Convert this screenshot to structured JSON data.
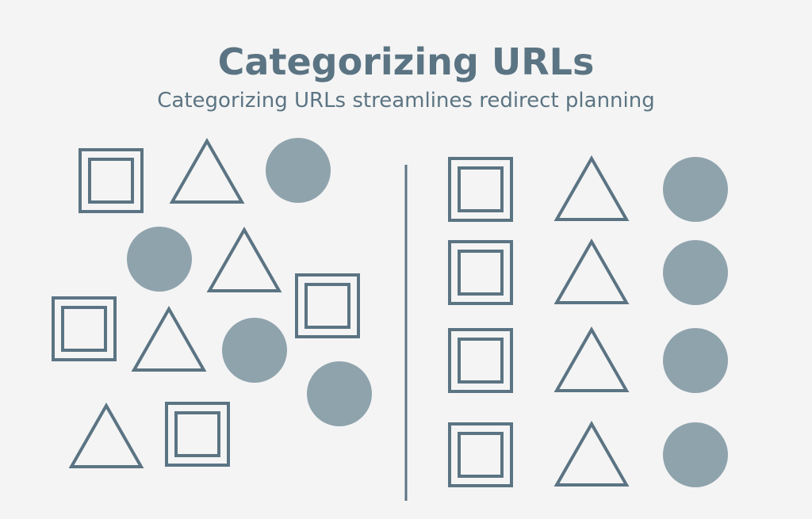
{
  "header": {
    "title": "Categorizing URLs",
    "subtitle": "Categorizing URLs streamlines redirect planning"
  },
  "colors": {
    "background": "#f4f4f4",
    "text": "#5b7483",
    "outline": "#5b7483",
    "circle_fill": "#8fa3ad"
  },
  "groups": [
    {
      "name": "unsorted",
      "arrangement": "scattered",
      "shapes": [
        "square",
        "triangle",
        "circle",
        "circle",
        "triangle",
        "square",
        "square",
        "triangle",
        "circle",
        "circle",
        "triangle",
        "square"
      ]
    },
    {
      "name": "sorted",
      "arrangement": "grid",
      "rows": 4,
      "columns": [
        "square",
        "triangle",
        "circle"
      ]
    }
  ]
}
